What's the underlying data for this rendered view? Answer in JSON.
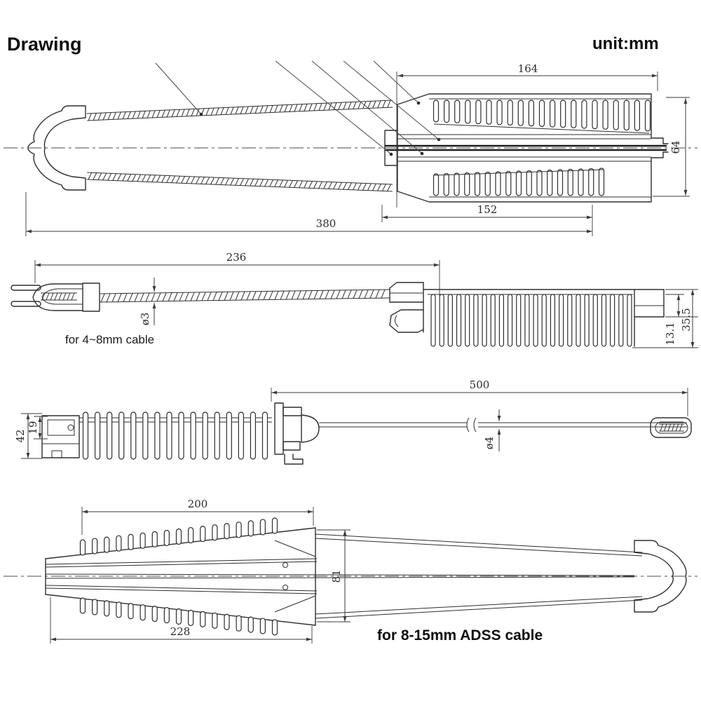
{
  "header": {
    "title": "Drawing",
    "unit": "unit:mm"
  },
  "captions": {
    "small_clamp": "for 4~8mm cable",
    "large_clamp": "for 8-15mm ADSS cable"
  },
  "dimensions": {
    "view1": {
      "fin_top": "164",
      "body_height": "64",
      "fin_bottom": "152",
      "overall": "380"
    },
    "view2": {
      "rope_length": "236",
      "rope_diameter": "ø3",
      "tab_height": "13.1",
      "body_height": "35.5"
    },
    "view3": {
      "rod_length": "500",
      "rod_diameter": "ø4",
      "body_height": "42",
      "inner_height": "19"
    },
    "view4": {
      "fin_length": "200",
      "base_length": "228",
      "body_height": "81"
    }
  }
}
